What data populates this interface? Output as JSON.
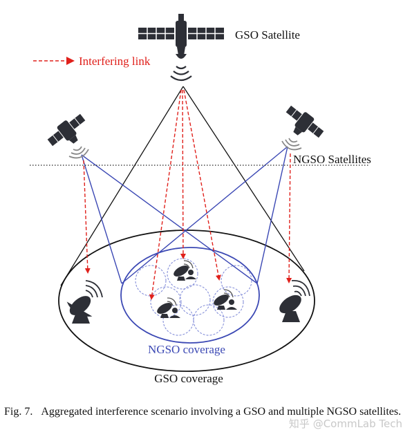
{
  "labels": {
    "gso_satellite": "GSO Satellite",
    "interfering_link": "Interfering link",
    "ngso_satellites": "NGSO Satellites",
    "ngso_coverage": "NGSO coverage",
    "gso_coverage": "GSO coverage"
  },
  "caption": {
    "text": "Fig. 7.   Aggregated interference scenario involving a GSO and multiple NGSO satellites."
  },
  "watermark": {
    "text": "知乎 @CommLab Tech"
  },
  "colors": {
    "interfering": "#e0201b",
    "ngso_beam": "#3b48b4",
    "gso_beam": "#111111",
    "ngso_cell": "#7b86d6",
    "equipment": "#2d2f36"
  }
}
